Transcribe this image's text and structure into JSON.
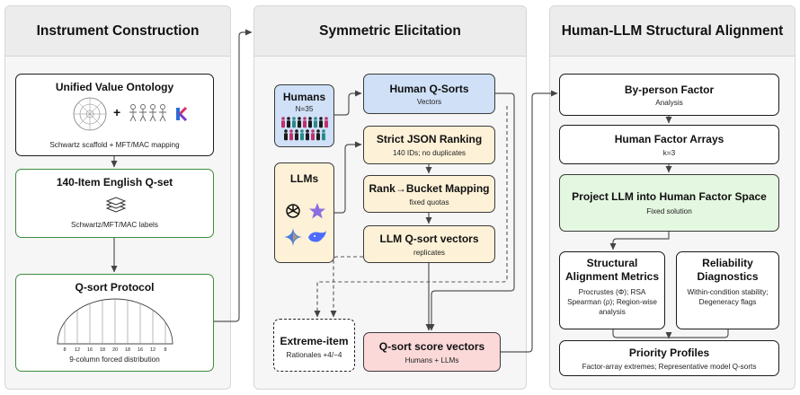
{
  "panels": [
    {
      "title": "Instrument Construction"
    },
    {
      "title": "Symmetric Elicitation"
    },
    {
      "title": "Human-LLM Structural Alignment"
    }
  ],
  "instrument": {
    "ontology": {
      "title": "Unified Value Ontology",
      "subtitle": "Schwartz scaffold + MFT/MAC mapping",
      "plus": "+"
    },
    "qset": {
      "title": "140-Item English Q-set",
      "subtitle": "Schwartz/MFT/MAC labels"
    },
    "protocol": {
      "title": "Q-sort Protocol",
      "subtitle": "9-column forced distribution",
      "ticks": [
        "8",
        "12",
        "16",
        "18",
        "20",
        "18",
        "16",
        "12",
        "8"
      ]
    }
  },
  "elicitation": {
    "humans": {
      "title": "Humans",
      "n": "N=35"
    },
    "llms": {
      "title": "LLMs"
    },
    "human_qsorts": {
      "title": "Human Q-Sorts",
      "subtitle": "Vectors"
    },
    "json_ranking": {
      "title": "Strict JSON Ranking",
      "subtitle": "140 IDs; no duplicates"
    },
    "bucket_mapping": {
      "title": "Rank→Bucket Mapping",
      "subtitle": "fixed quotas"
    },
    "llm_vectors": {
      "title": "LLM Q-sort vectors",
      "subtitle": "replicates"
    },
    "extreme_item": {
      "title": "Extreme-item",
      "subtitle": "Rationales +4/−4"
    },
    "score_vectors": {
      "title": "Q-sort score vectors",
      "subtitle": "Humans + LLMs"
    }
  },
  "alignment": {
    "byperson": {
      "title": "By-person Factor",
      "subtitle": "Analysis"
    },
    "factor_arrays": {
      "title": "Human Factor Arrays",
      "subtitle": "k=3"
    },
    "project": {
      "title": "Project LLM into Human Factor Space",
      "subtitle": "Fixed solution"
    },
    "metrics": {
      "title1": "Structural",
      "title2": "Alignment Metrics",
      "sub1": "Procrustes (Φ); RSA",
      "sub2": "Spearman (ρ); Region-wise",
      "sub3": "analysis"
    },
    "reliability": {
      "title1": "Reliability",
      "title2": "Diagnostics",
      "sub1": "Within-condition stability;",
      "sub2": "Degeneracy flags"
    },
    "priority": {
      "title": "Priority Profiles",
      "subtitle": "Factor-array extremes; Representative model Q-sorts"
    }
  },
  "colors": {
    "human_blue": "#cfe0f7",
    "llm_yellow": "#fdf1d7",
    "score_pink": "#fbd9d9",
    "project_green": "#e4f7e0",
    "border_green": "#3d8c3d"
  },
  "icons": [
    "circumplex-wheel-icon",
    "people-group-icon",
    "k-logo-icon",
    "stacked-cards-icon",
    "people-crowd-icon",
    "openai-logo-icon",
    "claude-star-icon",
    "gemini-star-icon",
    "whale-logo-icon"
  ]
}
